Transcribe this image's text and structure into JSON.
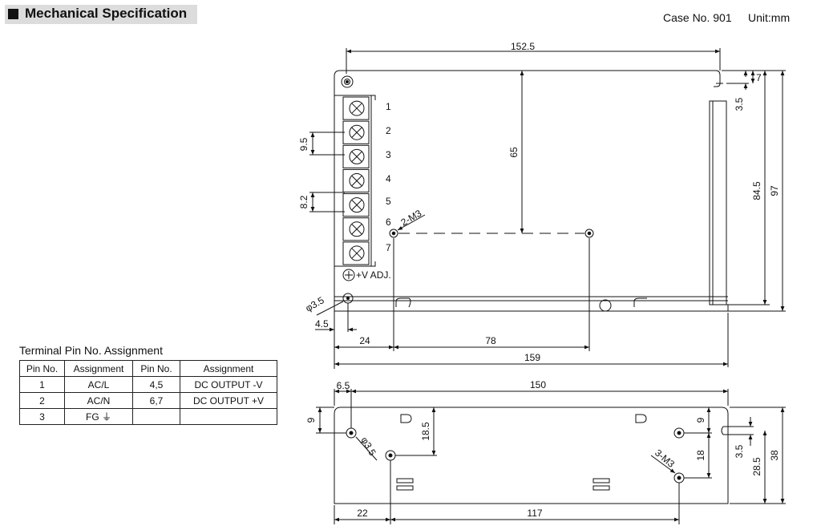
{
  "header": {
    "title": "Mechanical Specification"
  },
  "case": {
    "case_no": "Case No. 901",
    "unit": "Unit:mm"
  },
  "pin_table": {
    "caption": "Terminal Pin No.  Assignment",
    "headers": [
      "Pin No.",
      "Assignment",
      "Pin No.",
      "Assignment"
    ],
    "rows": [
      [
        "1",
        "AC/L",
        "4,5",
        "DC OUTPUT -V"
      ],
      [
        "2",
        "AC/N",
        "6,7",
        "DC OUTPUT +V"
      ],
      [
        "3",
        "FG ⏚",
        "",
        ""
      ]
    ]
  },
  "top_view": {
    "dims": {
      "width_top": "152.5",
      "height": "97",
      "height_inner": "84.5",
      "top_small": "7",
      "side_small": "3.5",
      "hole_to_hole_vertical": "65",
      "pitch_a": "9.5",
      "pitch_b": "8.2",
      "hole_dia": "3.5",
      "hole_dia_prefix": "φ",
      "edge_to_hole": "4.5",
      "x_24": "24",
      "x_78": "78",
      "length": "159",
      "mount_label": "2-M3"
    },
    "terminal_numbers": [
      "1",
      "2",
      "3",
      "4",
      "5",
      "6",
      "7"
    ],
    "vadj_label": "+V ADJ."
  },
  "side_view": {
    "dims": {
      "left_offset": "6.5",
      "length": "150",
      "hole_height": "9",
      "hole_vertical": "18.5",
      "hole_dia": "3.5",
      "hole_dia_prefix": "φ",
      "right_top": "9",
      "right_spacing": "18",
      "right_small": "3.5",
      "right_h": "28.5",
      "height": "38",
      "x_22": "22",
      "x_117": "117",
      "mount_label": "3-M3"
    }
  }
}
